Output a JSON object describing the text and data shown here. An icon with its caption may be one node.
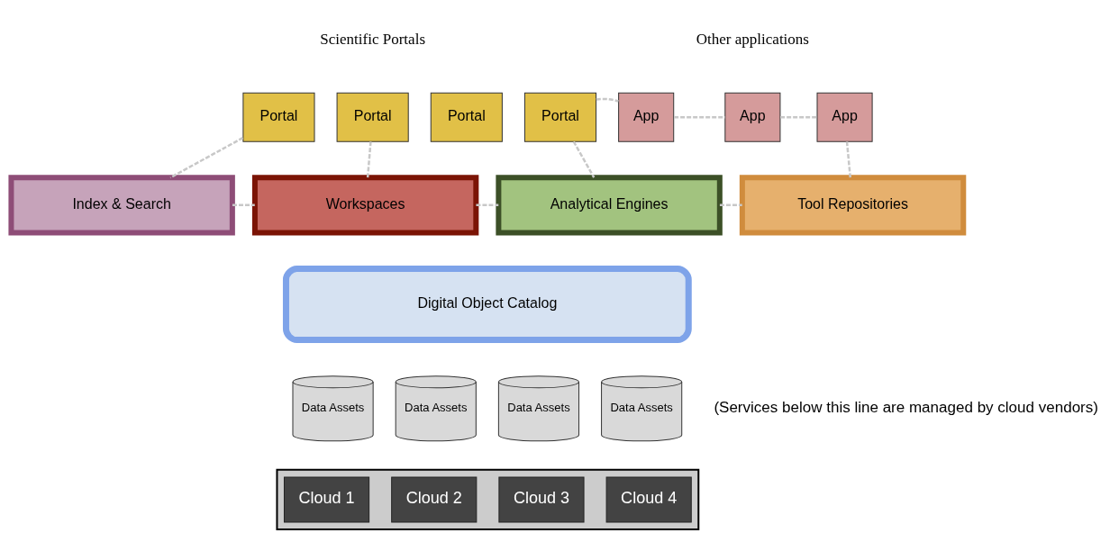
{
  "diagram": {
    "nodes": [
      {
        "text": [
          "Portal"
        ]
      },
      {
        "text": [
          "Portal"
        ]
      },
      {
        "text": [
          "Portal"
        ]
      },
      {
        "text": [
          "Portal"
        ]
      },
      {
        "text": [
          "App"
        ]
      },
      {
        "text": [
          "App"
        ]
      },
      {
        "text": [
          "App"
        ]
      },
      {
        "text": [
          "Index & Search"
        ]
      },
      {
        "text": [
          "Workspaces"
        ]
      },
      {
        "text": [
          "Analytical Engines"
        ]
      },
      {
        "text": [
          "Tool Repositories"
        ]
      },
      {
        "text": [
          "Digital Object Catalog"
        ]
      },
      {
        "text": [
          "Data Assets"
        ]
      },
      {
        "text": [
          "Data Assets"
        ]
      },
      {
        "text": [
          "Data Assets"
        ]
      },
      {
        "text": [
          "Data Assets"
        ]
      },
      {
        "text": [],
        "shape": "box"
      },
      {
        "text": [
          "Cloud 1"
        ],
        "in": 16
      },
      {
        "text": [
          "Cloud 2"
        ],
        "in": 16
      },
      {
        "text": [
          "Cloud 3"
        ],
        "in": 16
      },
      {
        "text": [
          "Cloud 4"
        ],
        "in": 16
      }
    ],
    "edges": [
      {
        "from": 0,
        "to": 7,
        "arrow": "none",
        "style": "dashed"
      },
      {
        "from": 1,
        "to": 8,
        "arrow": "none",
        "style": "dashed"
      },
      {
        "from": 3,
        "to": 4,
        "arrow": "none",
        "style": "dashed"
      },
      {
        "from": 3,
        "to": 9,
        "arrow": "none",
        "style": "dashed"
      },
      {
        "from": 4,
        "to": 5,
        "arrow": "none",
        "style": "dashed"
      },
      {
        "from": 5,
        "to": 6,
        "arrow": "none",
        "style": "dashed"
      },
      {
        "from": 6,
        "to": 10,
        "arrow": "none",
        "style": "dashed"
      },
      {
        "from": 7,
        "to": 8,
        "arrow": "none",
        "style": "dashed"
      },
      {
        "from": 8,
        "to": 9,
        "arrow": "none",
        "style": "dashed"
      },
      {
        "from": 9,
        "to": 10,
        "arrow": "none",
        "style": "dashed"
      }
    ],
    "labels": [
      "Scientific Portals",
      "Other applications",
      "(Services below this line are managed by cloud vendors)"
    ]
  }
}
